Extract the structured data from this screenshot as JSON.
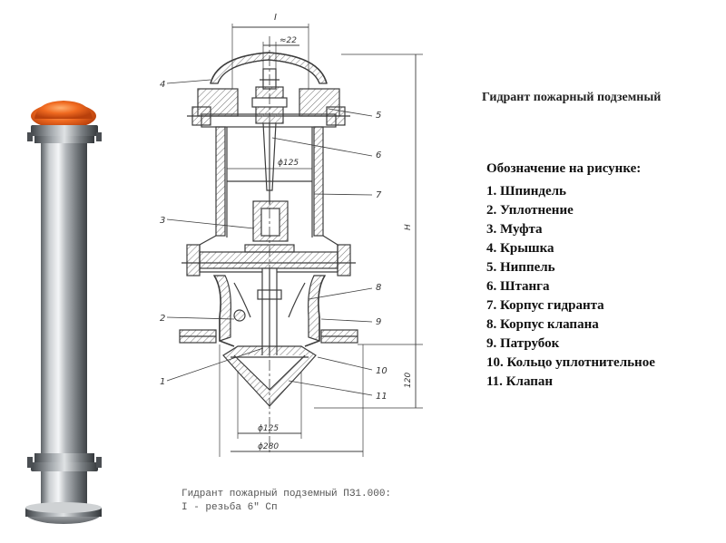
{
  "title": "Гидрант пожарный подземный",
  "legend": {
    "heading": "Обозначение на рисунке:",
    "items": [
      "1. Шпиндель",
      "2. Уплотнение",
      "3. Муфта",
      "4. Крышка",
      "5. Ниппель",
      "6. Штанга",
      "7. Корпус гидранта",
      "8. Корпус клапана",
      "9. Патрубок",
      "10. Кольцо уплотнительное",
      "11. Клапан"
    ]
  },
  "callouts": [
    "1",
    "2",
    "3",
    "4",
    "5",
    "6",
    "7",
    "8",
    "9",
    "10",
    "11"
  ],
  "dimensions": {
    "thread": "I",
    "width22": "≈22",
    "dia125_top": "ϕ125",
    "height": "H",
    "height120": "120",
    "dia125_bottom": "ϕ125",
    "dia280": "ϕ280"
  },
  "caption": {
    "line1": "Гидрант пожарный подземный ПЗ1.000:",
    "line2": "I - резьба 6\" Сп"
  },
  "colors": {
    "drawing": "#3c3c3c",
    "hatch": "#8a8a8a",
    "cap": "#e05a18",
    "steel": "#b8bcc0"
  }
}
